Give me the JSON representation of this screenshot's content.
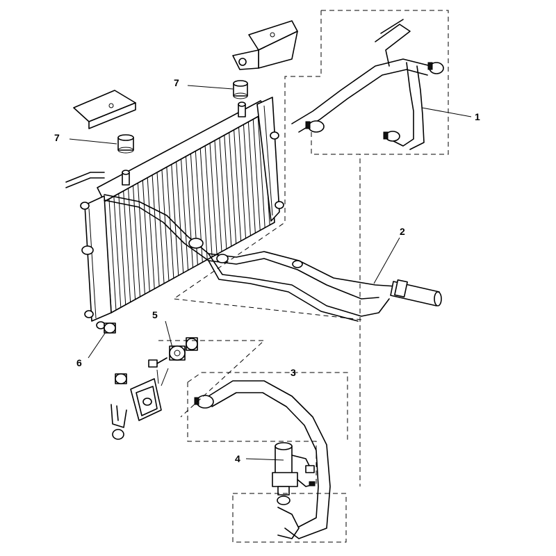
{
  "diagram": {
    "callouts": [
      {
        "id": "1",
        "text": "1"
      },
      {
        "id": "2",
        "text": "2"
      },
      {
        "id": "3",
        "text": "3"
      },
      {
        "id": "4",
        "text": "4"
      },
      {
        "id": "5",
        "text": "5"
      },
      {
        "id": "6",
        "text": "6"
      },
      {
        "id": "7a",
        "text": "7"
      },
      {
        "id": "7b",
        "text": "7"
      }
    ]
  },
  "colors": {
    "ink": "#000000",
    "paper": "#ffffff"
  }
}
